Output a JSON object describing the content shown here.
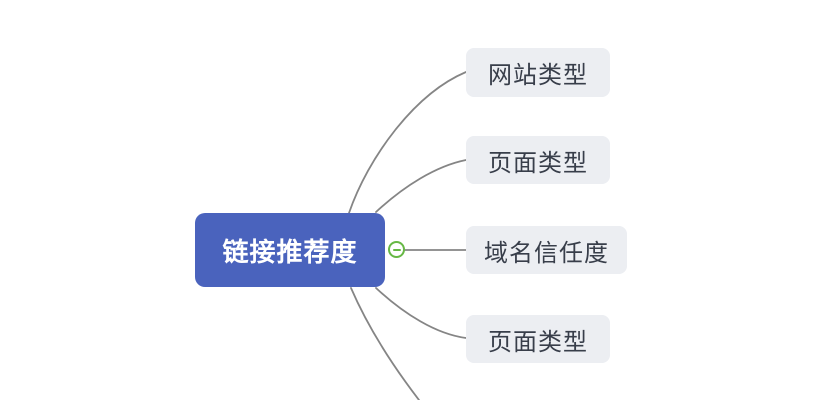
{
  "colors": {
    "canvas_bg": "#ffffff",
    "root_bg": "#4a63bd",
    "root_text": "#ffffff",
    "branch_bg": "#eceef2",
    "branch_text": "#383e4a",
    "connector": "#858585",
    "collapse_green": "#67b845"
  },
  "mindmap": {
    "root": {
      "label": "链接推荐度"
    },
    "collapse_button": {
      "icon": "minus-icon",
      "state": "expanded"
    },
    "branches": [
      {
        "label": "网站类型"
      },
      {
        "label": "页面类型"
      },
      {
        "label": "域名信任度"
      },
      {
        "label": "页面类型"
      }
    ],
    "partial_branch_note": "fifth connector line continues off-screen at bottom"
  }
}
